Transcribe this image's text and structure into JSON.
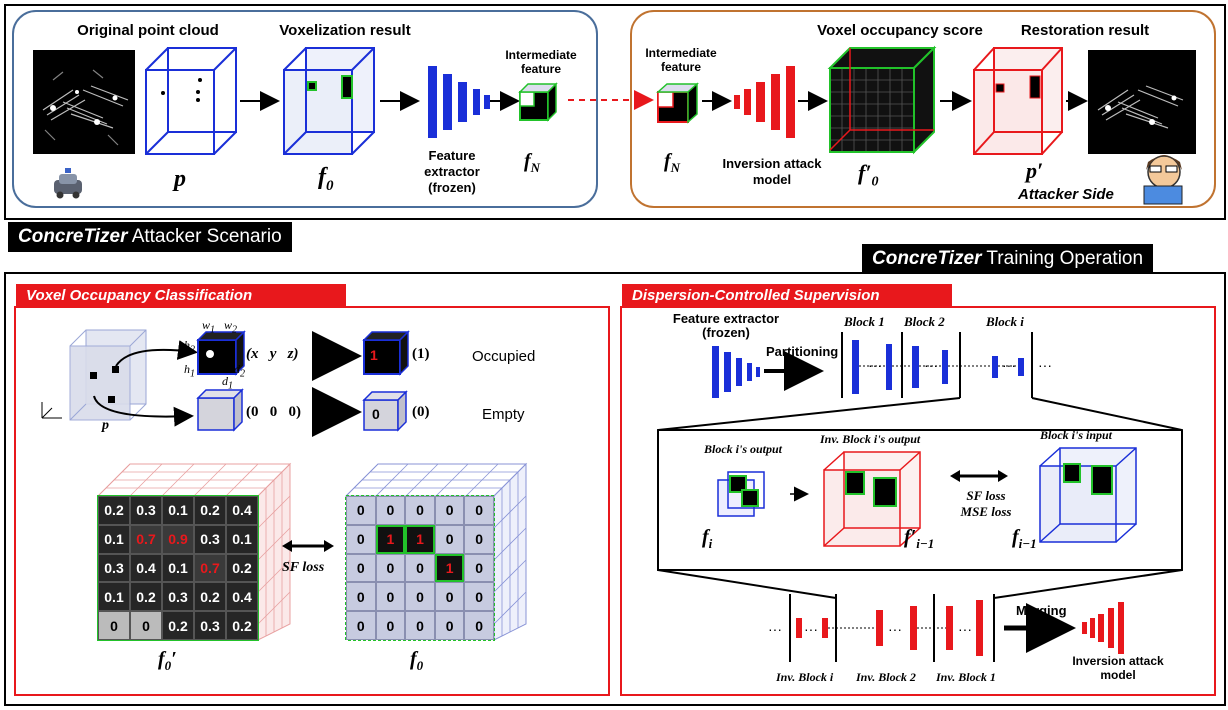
{
  "scenario": {
    "banner_italic": "ConcreTizer",
    "banner_rest": " Attacker Scenario",
    "original_title": "Original point cloud",
    "voxel_title": "Voxelization result",
    "feature_title": "Intermediate\nfeature",
    "feature_extractor": "Feature\nextractor\n(frozen)",
    "label_p": "p",
    "label_f0": "f",
    "label_f0_sub": "0",
    "label_fn": "f",
    "label_fn_sub": "N",
    "occupancy_title": "Voxel occupancy score",
    "restoration_title": "Restoration result",
    "attacker_feature_title": "Intermediate\nfeature",
    "inversion_model": "Inversion attack\nmodel",
    "label_f0p": "f′",
    "label_f0p_sub": "0",
    "label_pp": "p′",
    "attacker_side": "Attacker Side"
  },
  "training": {
    "banner_italic": "ConcreTizer",
    "banner_rest": " Training Operation",
    "voc_tab": "Voxel Occupancy Classification",
    "dcs_tab": "Dispersion-Controlled Supervision",
    "w1": "w",
    "w2": "w",
    "h1": "h",
    "h2": "h",
    "d1": "d",
    "d2": "d",
    "coord_vec": "(x   y   z)",
    "occupied_val": "1",
    "occupied_paren": "(1)",
    "occupied_label": "Occupied",
    "empty_vec": "(0   0   0)",
    "empty_val": "0",
    "empty_paren": "(0)",
    "empty_label": "Empty",
    "p_label": "p",
    "sf_loss": "SF loss",
    "f0p_label": "f",
    "f0p_sub": "0",
    "f0_label": "f",
    "f0_sub": "0",
    "pred_grid": [
      [
        "0.2",
        "0.3",
        "0.1",
        "0.2",
        "0.4"
      ],
      [
        "0.1",
        "0.7",
        "0.9",
        "0.3",
        "0.1"
      ],
      [
        "0.3",
        "0.4",
        "0.1",
        "0.7",
        "0.2"
      ],
      [
        "0.1",
        "0.2",
        "0.3",
        "0.2",
        "0.4"
      ],
      [
        "0",
        "0",
        "0.2",
        "0.3",
        "0.2"
      ]
    ],
    "gt_grid": [
      [
        "0",
        "0",
        "0",
        "0",
        "0"
      ],
      [
        "0",
        "1",
        "1",
        "0",
        "0"
      ],
      [
        "0",
        "0",
        "0",
        "1",
        "0"
      ],
      [
        "0",
        "0",
        "0",
        "0",
        "0"
      ],
      [
        "0",
        "0",
        "0",
        "0",
        "0"
      ]
    ],
    "feature_extractor": "Feature extractor\n(frozen)",
    "partitioning": "Partitioning",
    "block1": "Block 1",
    "block2": "Block 2",
    "blocki": "Block i",
    "block_i_output": "Block i's output",
    "inv_block_i_output": "Inv. Block i's output",
    "block_i_input": "Block i's input",
    "sf_mse_loss": "SF loss\nMSE loss",
    "fi_label": "f",
    "fi_sub": "i",
    "fi1p_label": "f′",
    "fi1p_sub": "i−1",
    "fi1_label": "f",
    "fi1_sub": "i−1",
    "inv_block_i": "Inv. Block i",
    "inv_block_2": "Inv. Block 2",
    "inv_block_1": "Inv. Block 1",
    "merging": "Merging",
    "inversion_model": "Inversion attack\nmodel"
  }
}
